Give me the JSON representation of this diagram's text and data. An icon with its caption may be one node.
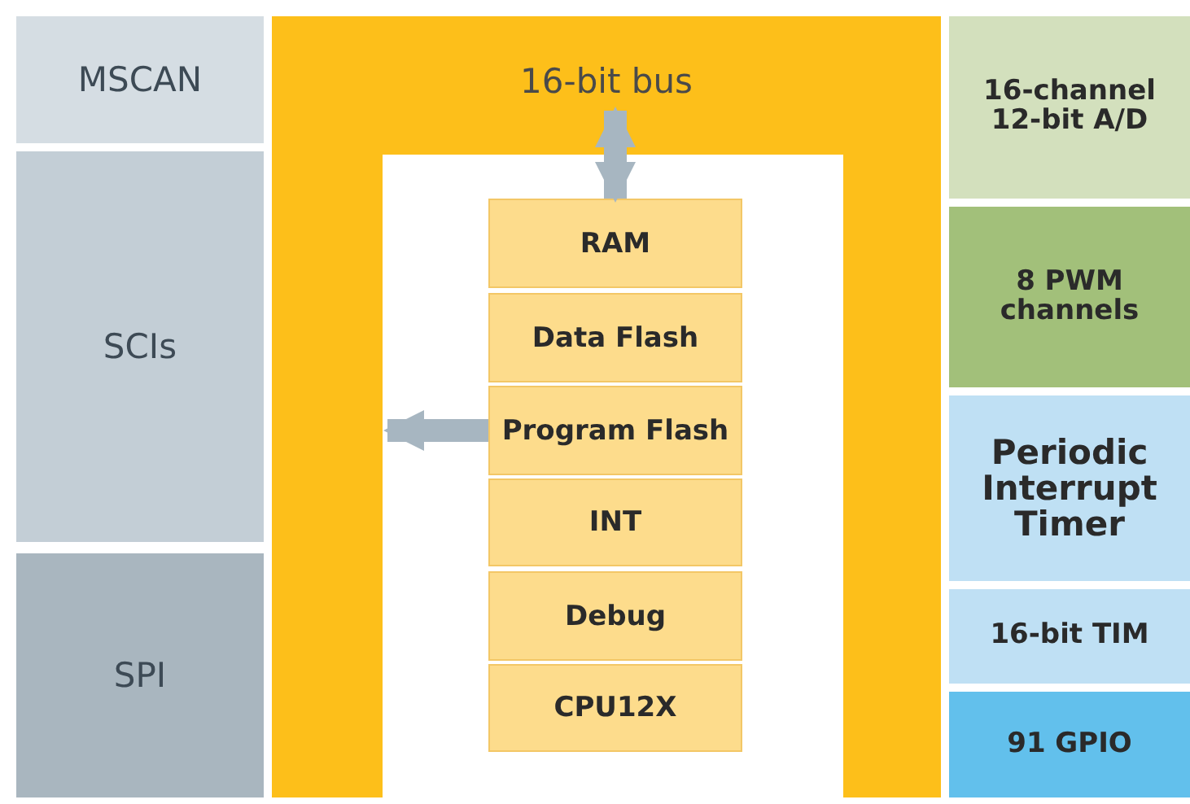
{
  "diagram": {
    "nodes": [
      {
        "text": [
          "MSCAN"
        ]
      },
      {
        "text": [
          "SCIs"
        ]
      },
      {
        "text": [
          "SPI"
        ]
      },
      {
        "text": [
          "16-bit bus"
        ]
      },
      {
        "text": [
          "RAM"
        ]
      },
      {
        "text": [
          "Data Flash"
        ]
      },
      {
        "text": [
          "Program Flash"
        ]
      },
      {
        "text": [
          "INT"
        ]
      },
      {
        "text": [
          "Debug"
        ]
      },
      {
        "text": [
          "CPU12X"
        ]
      },
      {
        "text": [
          "16-channel 12-bit A/D"
        ]
      },
      {
        "text": [
          "8 PWM channels"
        ]
      },
      {
        "text": [
          "Periodic Interrupt Timer"
        ]
      },
      {
        "text": [
          "16-bit TIM"
        ]
      },
      {
        "text": [
          "91 GPIO"
        ]
      }
    ],
    "edges": [
      {
        "from": 3,
        "to": 4,
        "arrow": "both"
      },
      {
        "from": 6,
        "to": 3,
        "arrow": "to"
      }
    ]
  }
}
